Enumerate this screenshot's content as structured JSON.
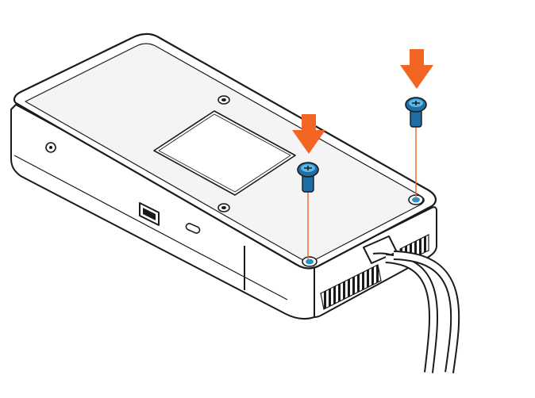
{
  "diagram": {
    "subject": "docking-station",
    "steps": [
      {
        "action": "insert-screw",
        "target": "screw-hole-front-right"
      },
      {
        "action": "insert-screw",
        "target": "screw-hole-rear-right"
      }
    ],
    "colors": {
      "outline": "#1a1a1a",
      "body_fill": "#ffffff",
      "top_fill": "#f4f4f4",
      "arrow": "#f26522",
      "guide_line": "#f26522",
      "screw": "#1d6fa5",
      "screw_highlight": "#5fb7e8",
      "hole": "#2a8fcf"
    },
    "icons": [
      "arrow-down-icon",
      "screw-icon",
      "usb-port-icon",
      "power-button-icon",
      "cable-icon"
    ]
  }
}
